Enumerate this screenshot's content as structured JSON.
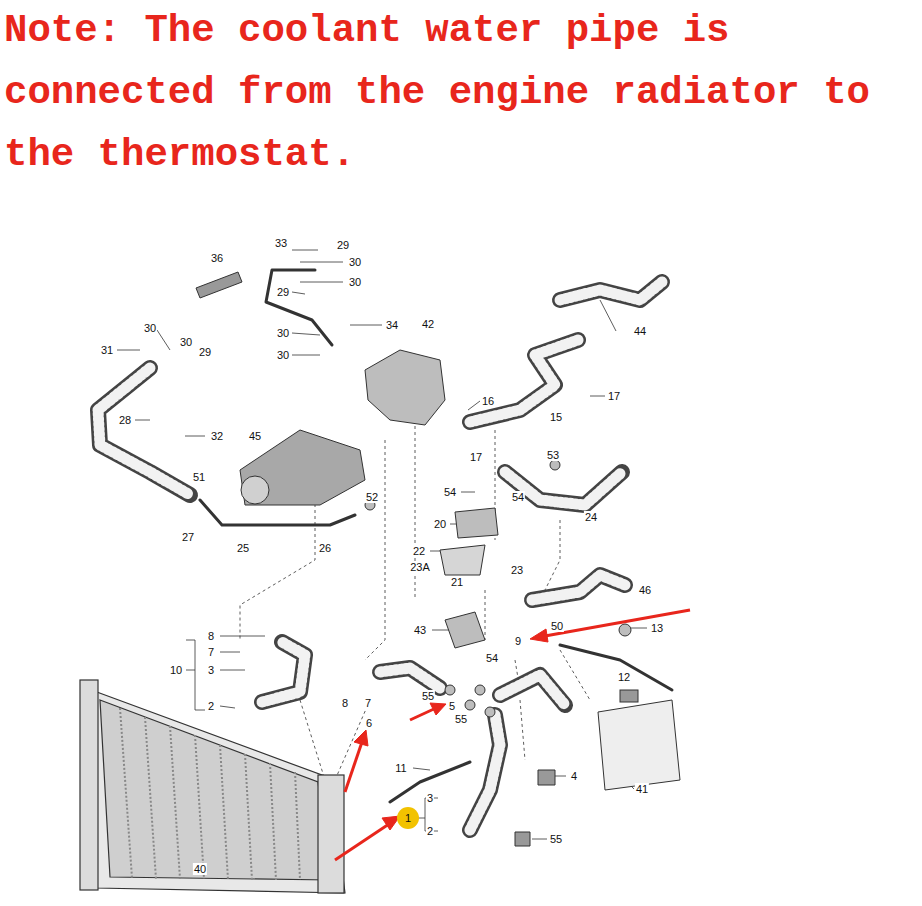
{
  "diagram": {
    "title": "Note: The coolant water pipe is connected from the engine radiator to the thermostat.",
    "labels": [
      "36",
      "33",
      "29",
      "30",
      "30",
      "29",
      "34",
      "42",
      "30",
      "30",
      "30",
      "30",
      "29",
      "31",
      "44",
      "16",
      "17",
      "15",
      "28",
      "32",
      "45",
      "17",
      "53",
      "51",
      "52",
      "54",
      "54",
      "20",
      "24",
      "27",
      "25",
      "26",
      "22",
      "23A",
      "23",
      "21",
      "46",
      "8",
      "43",
      "50",
      "13",
      "7",
      "9",
      "10",
      "3",
      "54",
      "12",
      "55",
      "5",
      "8",
      "7",
      "2",
      "55",
      "6",
      "11",
      "4",
      "41",
      "3",
      "1",
      "2",
      "55",
      "40"
    ]
  }
}
